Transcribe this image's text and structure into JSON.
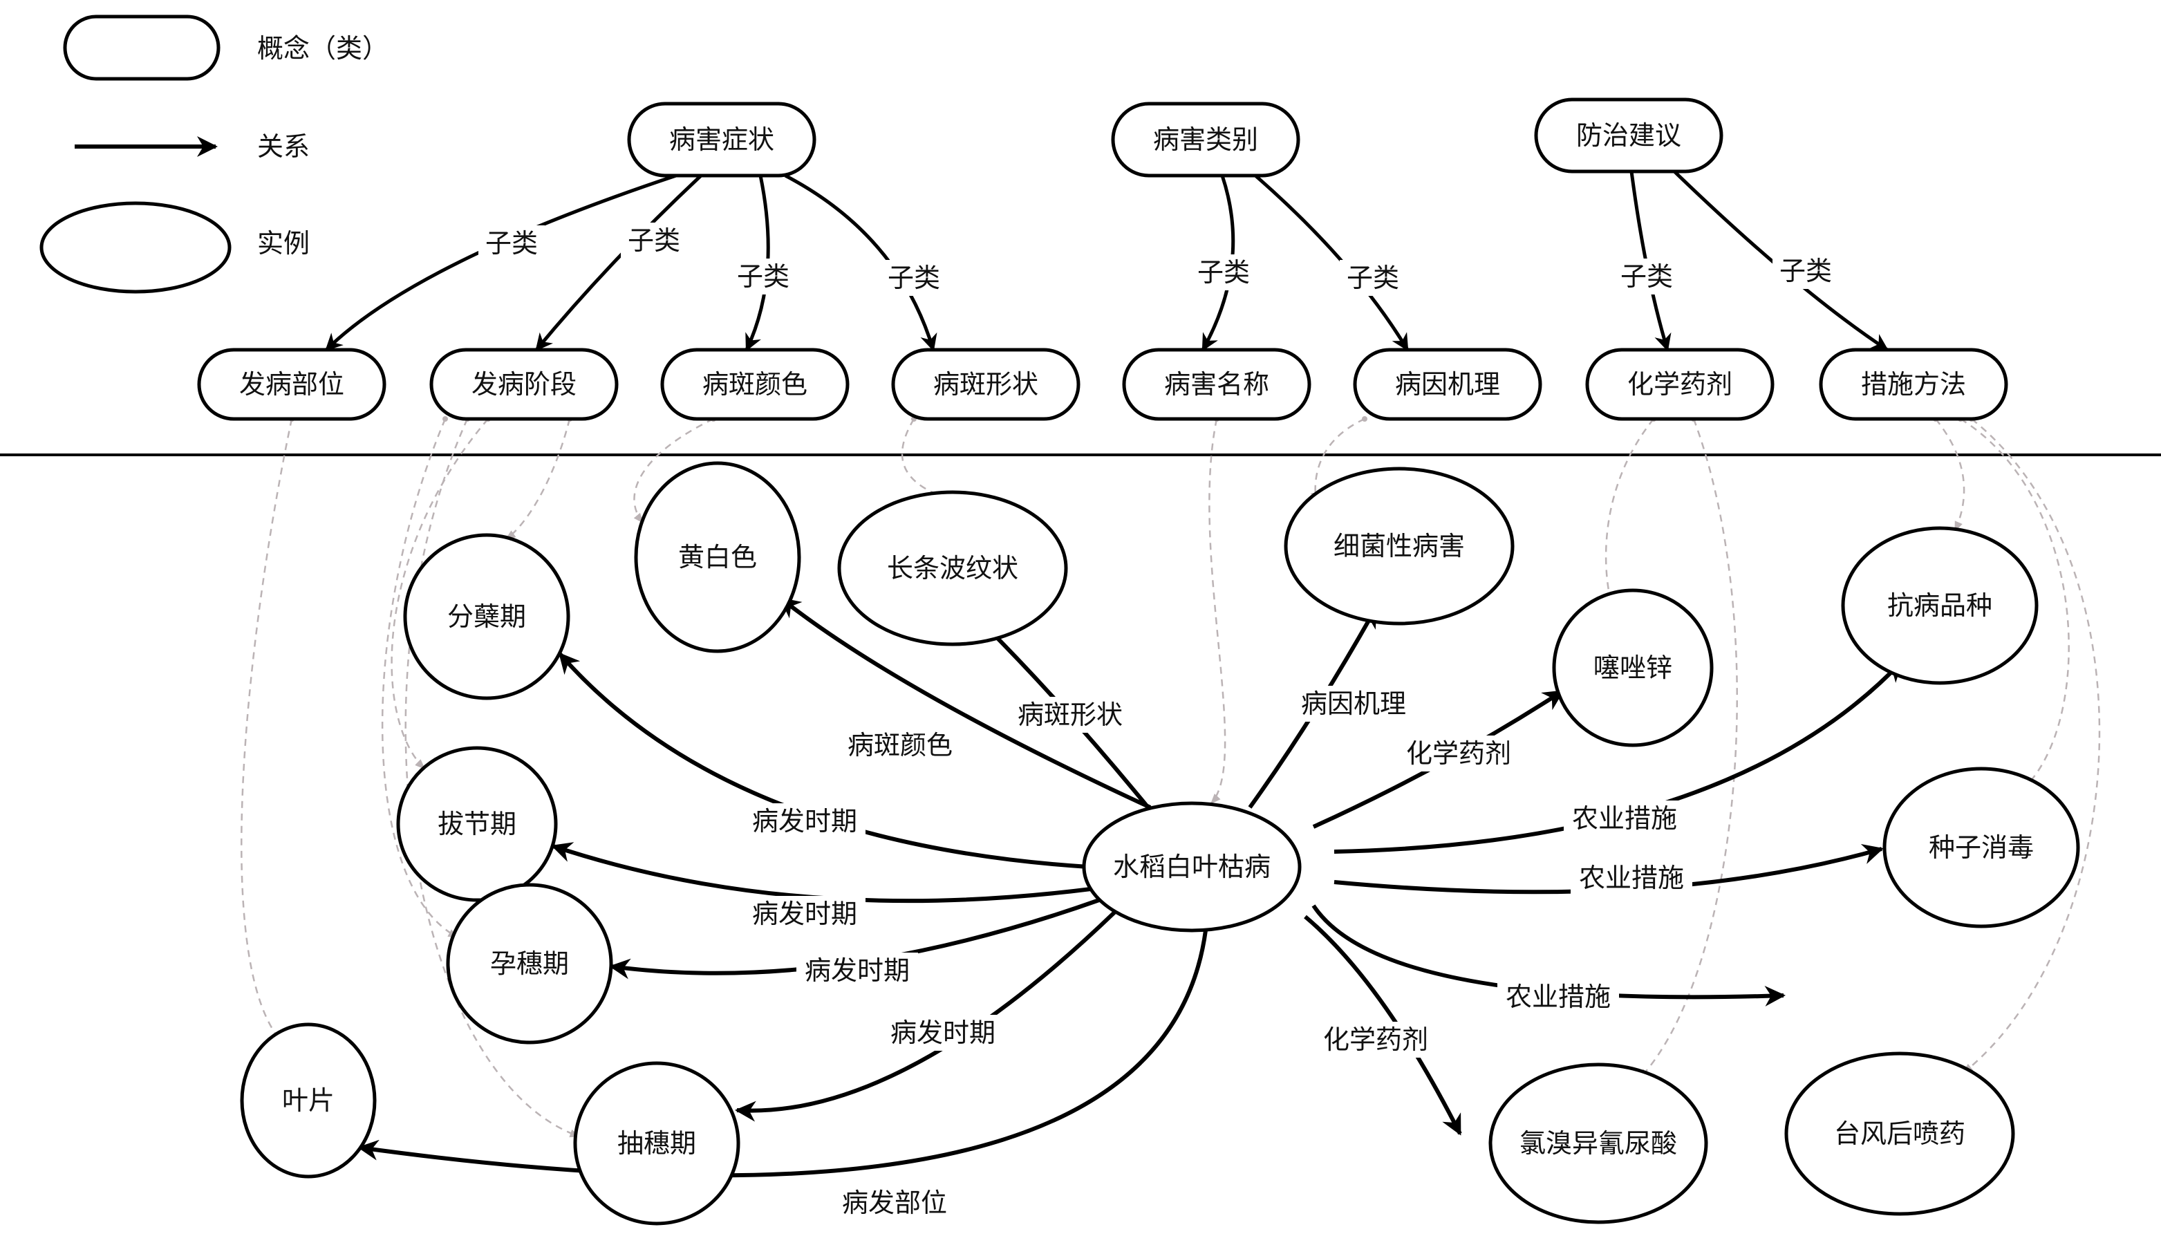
{
  "legend": {
    "concept_label": "概念（类）",
    "relation_label": "关系",
    "instance_label": "实例"
  },
  "concepts": {
    "root": [
      {
        "id": "symptom",
        "label": "病害症状"
      },
      {
        "id": "category",
        "label": "病害类别"
      },
      {
        "id": "control",
        "label": "防治建议"
      }
    ],
    "sub": [
      {
        "id": "site",
        "label": "发病部位"
      },
      {
        "id": "stage",
        "label": "发病阶段"
      },
      {
        "id": "color",
        "label": "病斑颜色"
      },
      {
        "id": "shape",
        "label": "病斑形状"
      },
      {
        "id": "name",
        "label": "病害名称"
      },
      {
        "id": "cause",
        "label": "病因机理"
      },
      {
        "id": "chem",
        "label": "化学药剂"
      },
      {
        "id": "method",
        "label": "措施方法"
      }
    ]
  },
  "subclass_edges": [
    {
      "from": "symptom",
      "to": "site",
      "label": "子类"
    },
    {
      "from": "symptom",
      "to": "stage",
      "label": "子类"
    },
    {
      "from": "symptom",
      "to": "color",
      "label": "子类"
    },
    {
      "from": "symptom",
      "to": "shape",
      "label": "子类"
    },
    {
      "from": "category",
      "to": "name",
      "label": "子类"
    },
    {
      "from": "category",
      "to": "cause",
      "label": "子类"
    },
    {
      "from": "control",
      "to": "chem",
      "label": "子类"
    },
    {
      "from": "control",
      "to": "method",
      "label": "子类"
    }
  ],
  "center": {
    "id": "center",
    "label": "水稻白叶枯病"
  },
  "instances": [
    {
      "id": "i_yellow",
      "label": "黄白色"
    },
    {
      "id": "i_stripe",
      "label": "长条波纹状"
    },
    {
      "id": "i_tiller",
      "label": "分蘖期"
    },
    {
      "id": "i_joint",
      "label": "拔节期"
    },
    {
      "id": "i_boot",
      "label": "孕穗期"
    },
    {
      "id": "i_head",
      "label": "抽穗期"
    },
    {
      "id": "i_leaf",
      "label": "叶片"
    },
    {
      "id": "i_bact",
      "label": "细菌性病害"
    },
    {
      "id": "i_zinc",
      "label": "噻唑锌"
    },
    {
      "id": "i_resist",
      "label": "抗病品种"
    },
    {
      "id": "i_seed",
      "label": "种子消毒"
    },
    {
      "id": "i_chlor",
      "label": "氯溴异氰尿酸"
    },
    {
      "id": "i_typhoon",
      "label": "台风后喷药"
    }
  ],
  "relations": [
    {
      "to": "i_yellow",
      "label": "病斑颜色"
    },
    {
      "to": "i_stripe",
      "label": "病斑形状"
    },
    {
      "to": "i_tiller",
      "label": "病发时期"
    },
    {
      "to": "i_joint",
      "label": "病发时期"
    },
    {
      "to": "i_boot",
      "label": "病发时期"
    },
    {
      "to": "i_head",
      "label": "病发时期"
    },
    {
      "to": "i_leaf",
      "label": "病发部位"
    },
    {
      "to": "i_bact",
      "label": "病因机理"
    },
    {
      "to": "i_zinc",
      "label": "化学药剂"
    },
    {
      "to": "i_resist",
      "label": "农业措施"
    },
    {
      "to": "i_seed",
      "label": "农业措施"
    },
    {
      "to": "i_chlor",
      "label": "化学药剂"
    },
    {
      "to": "i_typhoon",
      "label": "农业措施"
    }
  ],
  "instance_of": [
    {
      "from": "site",
      "to": "i_leaf"
    },
    {
      "from": "stage",
      "to": "i_tiller"
    },
    {
      "from": "stage",
      "to": "i_joint"
    },
    {
      "from": "stage",
      "to": "i_boot"
    },
    {
      "from": "stage",
      "to": "i_head"
    },
    {
      "from": "color",
      "to": "i_yellow"
    },
    {
      "from": "shape",
      "to": "i_stripe"
    },
    {
      "from": "name",
      "to": "center"
    },
    {
      "from": "cause",
      "to": "i_bact"
    },
    {
      "from": "chem",
      "to": "i_zinc"
    },
    {
      "from": "chem",
      "to": "i_chlor"
    },
    {
      "from": "method",
      "to": "i_resist"
    },
    {
      "from": "method",
      "to": "i_seed"
    },
    {
      "from": "method",
      "to": "i_typhoon"
    }
  ]
}
